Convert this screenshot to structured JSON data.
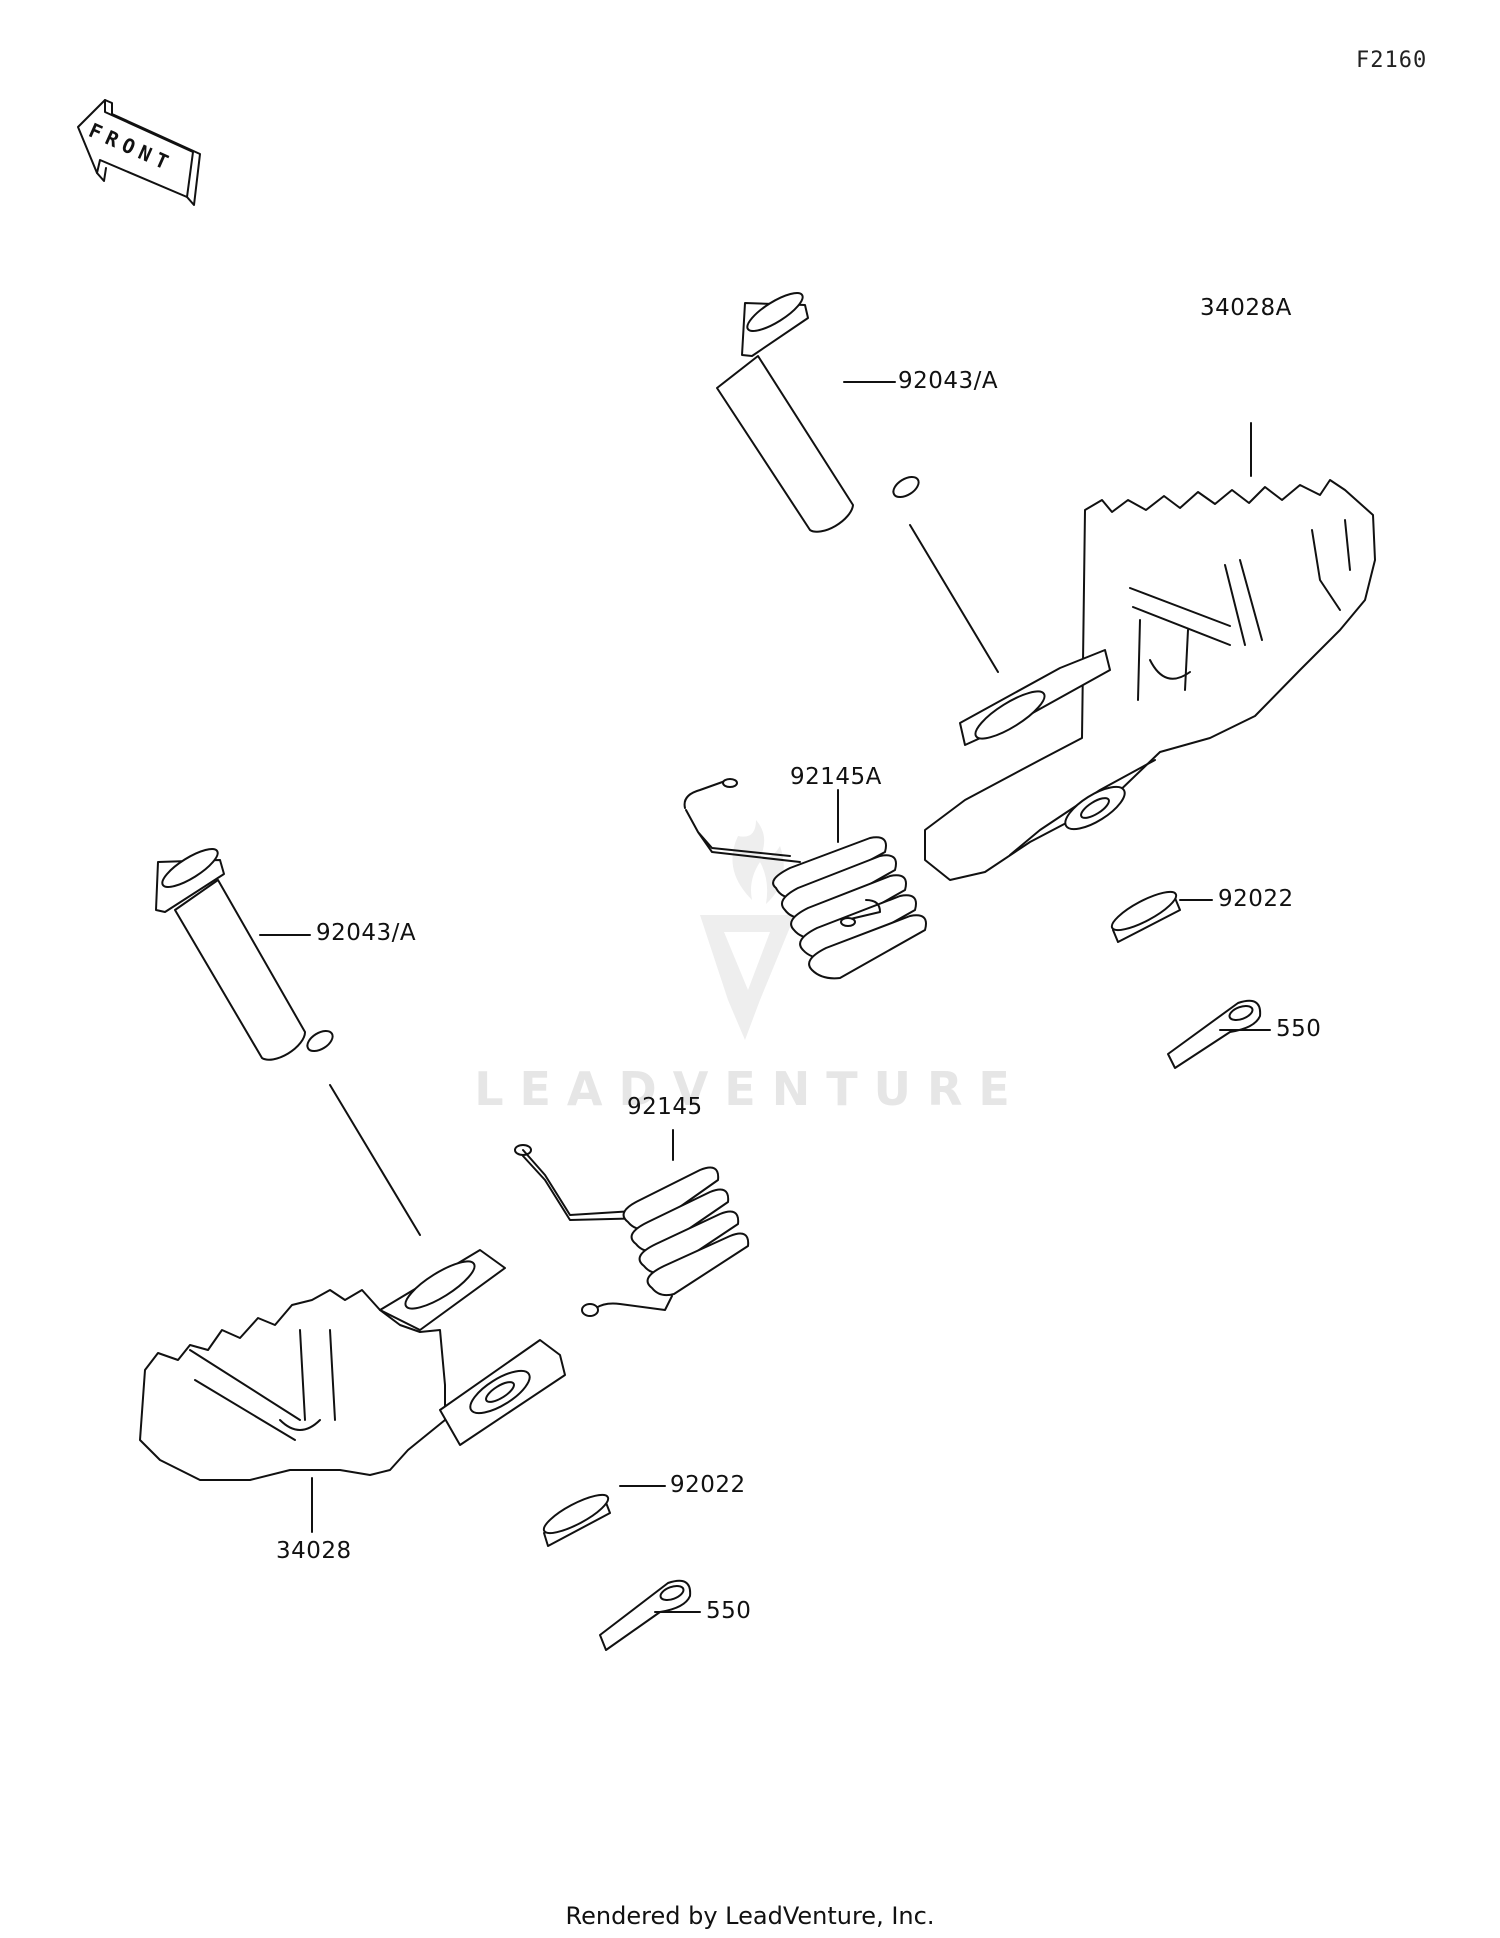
{
  "diagram_code": "F2160",
  "front_label": "FRONT",
  "watermark": "LEADVENTURE",
  "footer": "Rendered by LeadVenture, Inc.",
  "labels": {
    "pin_right": "92043/A",
    "footpeg_right": "34028A",
    "spring_right": "92145A",
    "washer_right": "92022",
    "cotter_right": "550",
    "pin_left": "92043/A",
    "spring_left": "92145",
    "footpeg_left": "34028",
    "washer_left": "92022",
    "cotter_left": "550"
  }
}
